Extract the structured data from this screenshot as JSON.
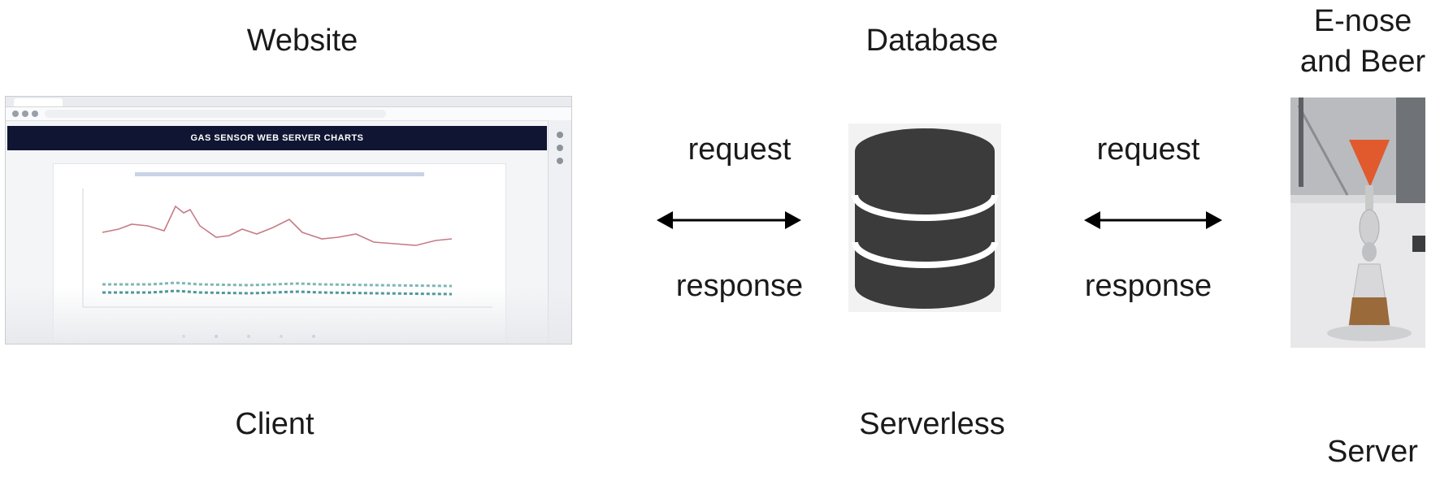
{
  "labels": {
    "website": "Website",
    "database": "Database",
    "enose_line1": "E-nose",
    "enose_line2": "and Beer",
    "client": "Client",
    "serverless": "Serverless",
    "server": "Server"
  },
  "left_link": {
    "top_label": "request",
    "bottom_label": "response"
  },
  "right_link": {
    "top_label": "request",
    "bottom_label": "response"
  },
  "website_screenshot": {
    "header_title": "GAS SENSOR WEB SERVER CHARTS"
  },
  "colors": {
    "header_bg": "#0f1532",
    "db_icon": "#3b3b3b",
    "arrow": "#000000",
    "line_series": "#c77b86",
    "teal_series": "#3f8f8f"
  }
}
